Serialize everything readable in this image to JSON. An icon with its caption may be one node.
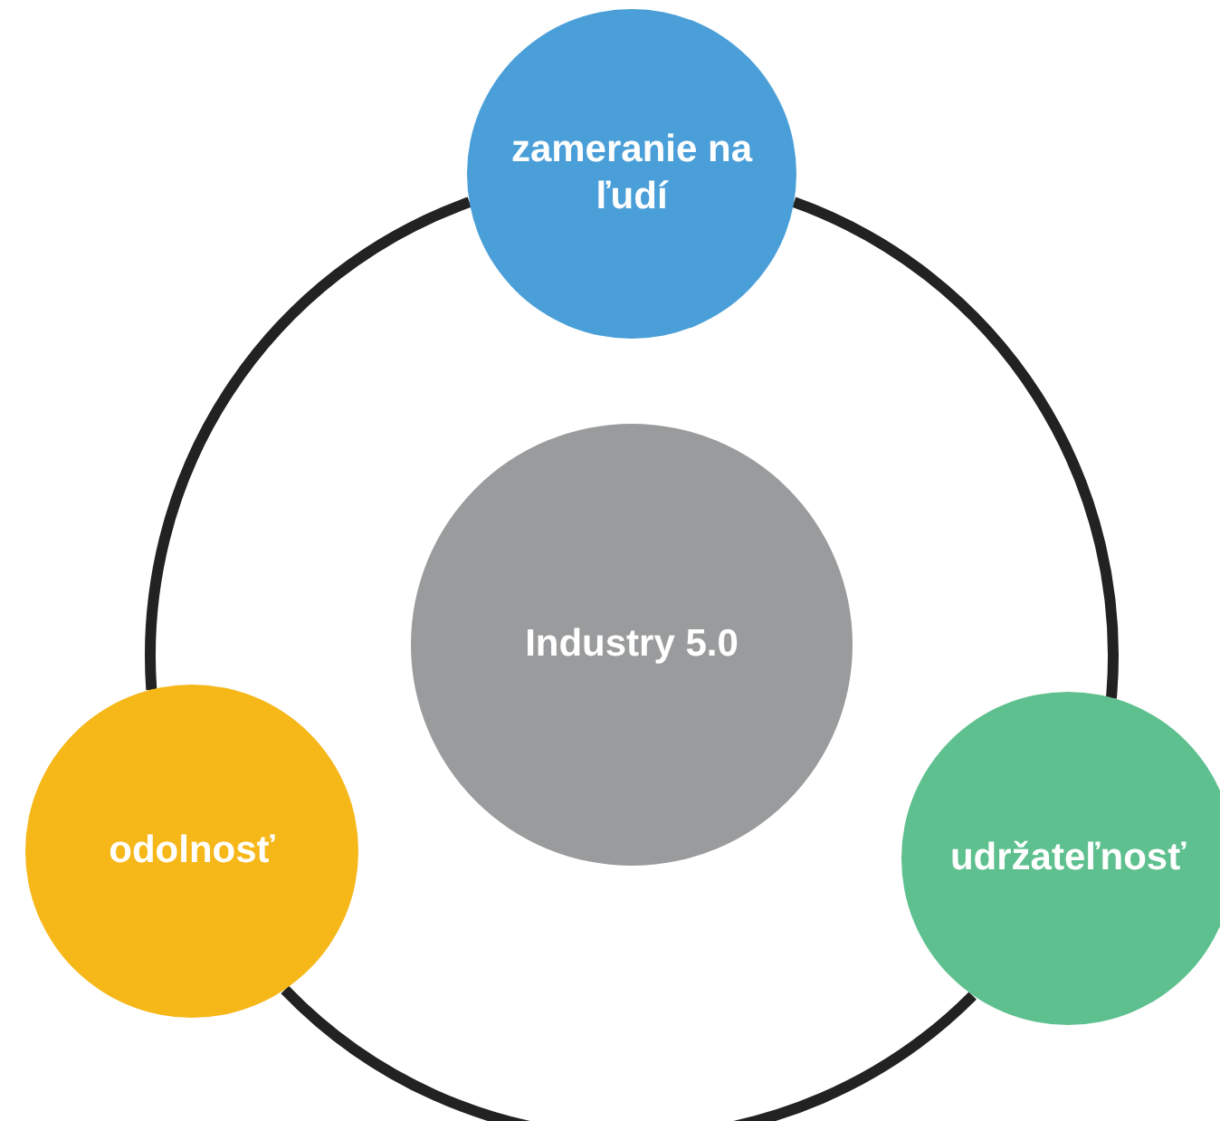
{
  "diagram": {
    "nodes": [
      {
        "text": [
          "zameranie na ľudí"
        ]
      },
      {
        "text": [
          "Industry 5.0"
        ]
      },
      {
        "text": [
          "odolnosť"
        ]
      },
      {
        "text": [
          "udržateľnosť"
        ]
      }
    ],
    "edges": [
      {
        "from": 0,
        "to": 3,
        "arrow": "none"
      },
      {
        "from": 3,
        "to": 2,
        "arrow": "none"
      },
      {
        "from": 2,
        "to": 0,
        "arrow": "none"
      }
    ]
  }
}
